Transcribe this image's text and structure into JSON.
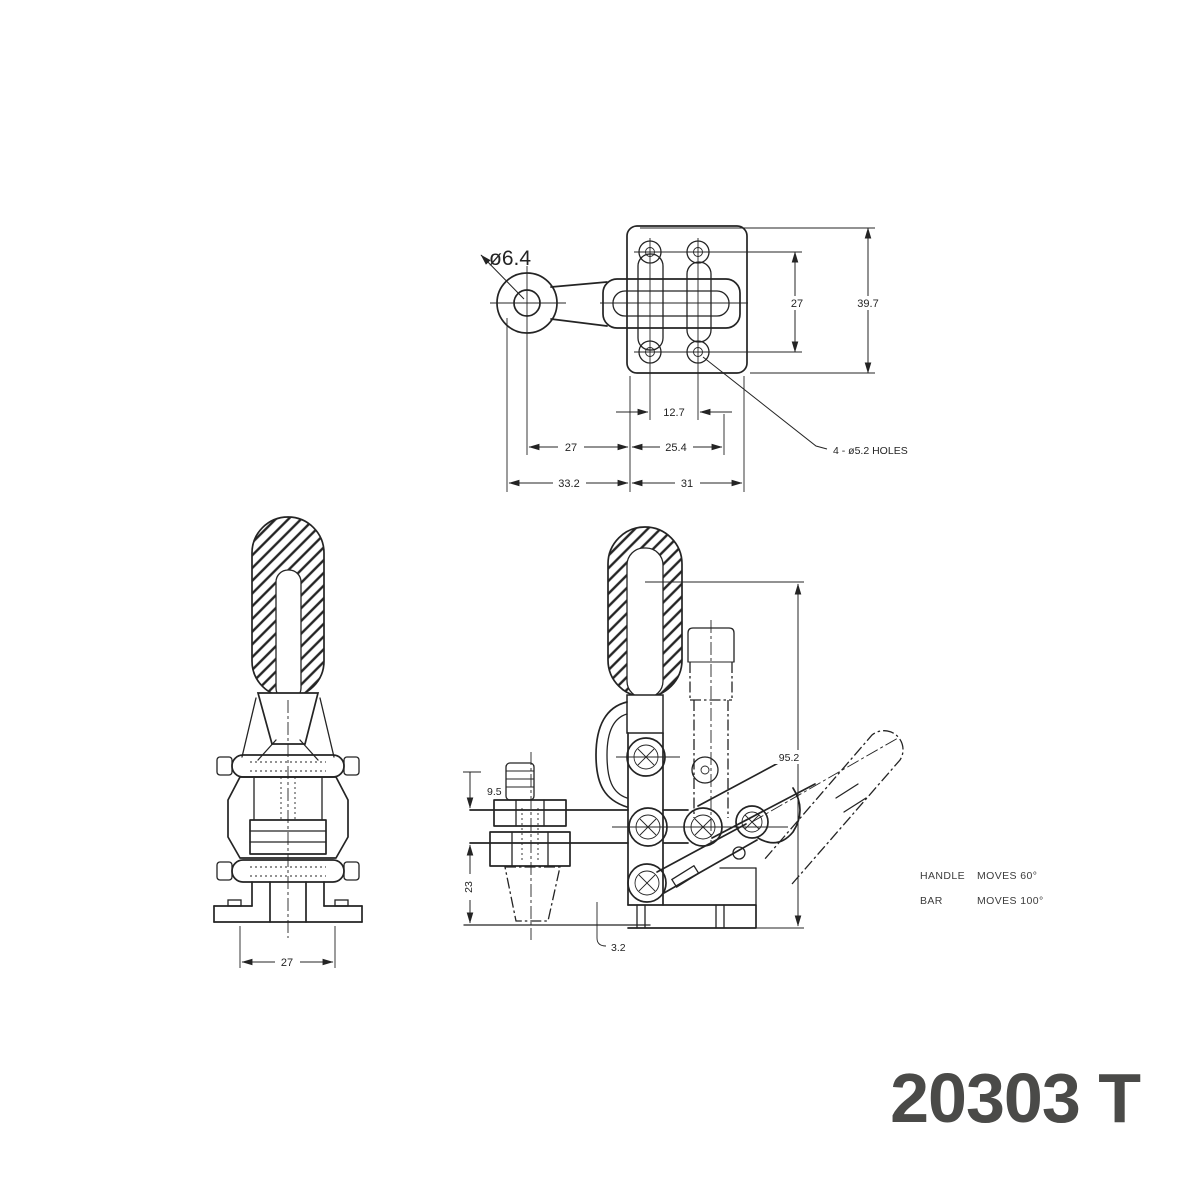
{
  "drawing": {
    "part_number": "20303 T",
    "colors": {
      "line": "#242424",
      "part_number": "#4a4a48",
      "background": "#ffffff",
      "note_text": "#3c3c3c"
    },
    "top_view": {
      "labels": {
        "eye_diameter": "ø6.4",
        "hole_pitch_vertical": "27",
        "plate_height": "39.7",
        "hole_pitch_horizontal": "12.7",
        "eye_to_plate": "27",
        "plate_width": "25.4",
        "bar_overhang": "33.2",
        "plate_span": "31",
        "holes_note": "4 - ø5.2 HOLES"
      }
    },
    "front_view": {
      "labels": {
        "base_width": "27"
      }
    },
    "side_view": {
      "labels": {
        "arm_thickness": "9.5",
        "spindle_length": "23",
        "base_thickness": "3.2",
        "overall_height": "95.2"
      }
    },
    "notes": {
      "rows": [
        {
          "subject": "HANDLE",
          "motion": "MOVES 60°"
        },
        {
          "subject": "BAR",
          "motion": "MOVES 100°"
        }
      ]
    }
  }
}
